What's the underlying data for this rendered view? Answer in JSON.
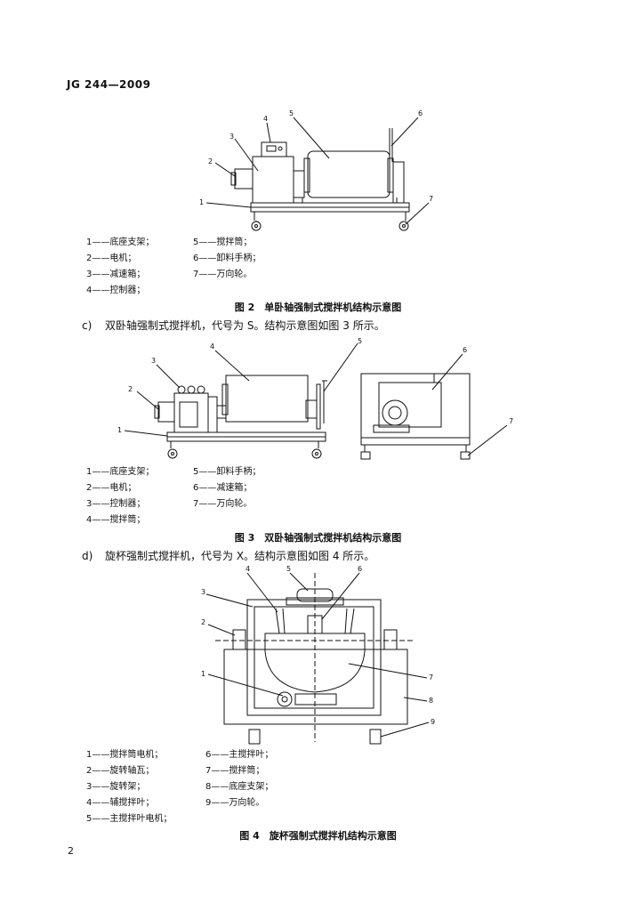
{
  "header": "JG 244—2009",
  "page_number": "2",
  "figure2": {
    "labels": [
      "1",
      "2",
      "3",
      "4",
      "5",
      "6",
      "7"
    ],
    "legend_left": [
      "1——底座支架；",
      "2——电机；",
      "3——减速箱；",
      "4——控制器；"
    ],
    "legend_right": [
      "5——搅拌筒；",
      "6——卸料手柄；",
      "7——万向轮。"
    ],
    "caption": "图 2　单卧轴强制式搅拌机结构示意图"
  },
  "para_c": {
    "label": "c)",
    "text": "双卧轴强制式搅拌机，代号为 S。结构示意图如图 3 所示。"
  },
  "figure3": {
    "labels": [
      "1",
      "2",
      "3",
      "4",
      "5",
      "6",
      "7"
    ],
    "legend_left": [
      "1——底座支架；",
      "2——电机；",
      "3——控制器；",
      "4——搅拌筒；"
    ],
    "legend_right": [
      "5——卸料手柄；",
      "6——减速箱；",
      "7——万向轮。"
    ],
    "caption": "图 3　双卧轴强制式搅拌机结构示意图"
  },
  "para_d": {
    "label": "d)",
    "text": "旋杯强制式搅拌机，代号为 X。结构示意图如图 4 所示。"
  },
  "figure4": {
    "labels": [
      "1",
      "2",
      "3",
      "4",
      "5",
      "6",
      "7",
      "8",
      "9"
    ],
    "legend_left": [
      "1——搅拌筒电机；",
      "2——旋转轴瓦；",
      "3——旋转架；",
      "4——辅搅拌叶；",
      "5——主搅拌叶电机；"
    ],
    "legend_right": [
      "6——主搅拌叶；",
      "7——搅拌筒；",
      "8——底座支架；",
      "9——万向轮。"
    ],
    "caption": "图 4　旋杯强制式搅拌机结构示意图"
  }
}
